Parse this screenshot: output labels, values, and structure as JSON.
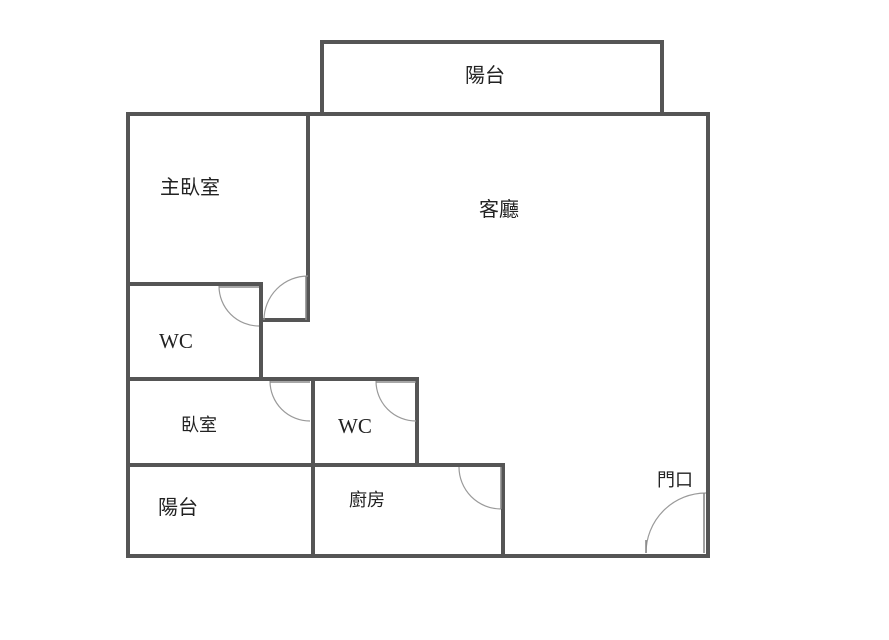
{
  "rooms": {
    "top_balcony": "陽台",
    "master_bedroom": "主臥室",
    "living_room": "客廳",
    "master_wc": "WC",
    "bedroom": "臥室",
    "wc": "WC",
    "bottom_balcony": "陽台",
    "kitchen": "廚房",
    "entrance": "門口"
  }
}
